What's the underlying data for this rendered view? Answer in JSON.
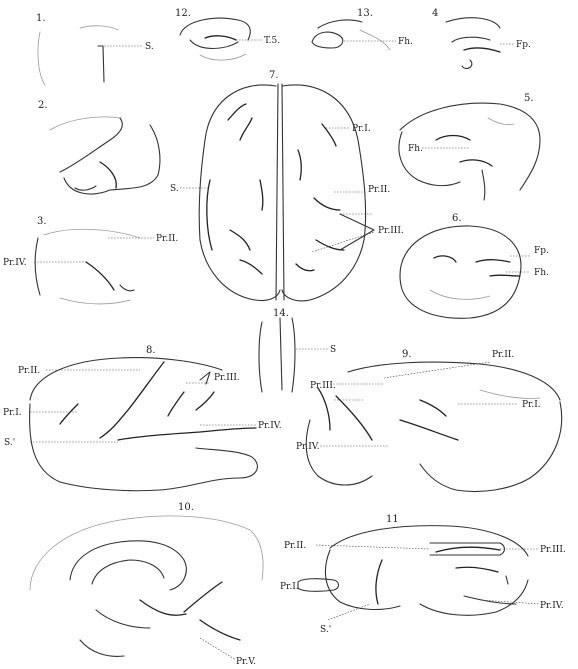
{
  "figure_numbers": [
    "1.",
    "2.",
    "3.",
    "4",
    "5.",
    "6.",
    "7.",
    "8.",
    "9.",
    "10.",
    "11",
    "12.",
    "13.",
    "14."
  ],
  "labels": {
    "f1_s": "S.",
    "f12_ts": "T.5.",
    "f13_fh": "Fh.",
    "f4_fp": "Fp.",
    "f7_pr1": "Pr.I.",
    "f7_s": "S.",
    "f7_pr2": "Pr.II.",
    "f7_pr3": "Pr.III.",
    "f5_fh": "Fh.",
    "f3_pr2": "Pr.II.",
    "f3_pr4": "Pr.IV.",
    "f6_fp": "Fp.",
    "f6_fh": "Fh.",
    "f14_s": "S",
    "f8_pr2": "Pr.II.",
    "f8_pr3": "Pr.III.",
    "f8_pr1": "Pr.I.",
    "f8_s": "S.'",
    "f8_pr4": "Pr.IV.",
    "f9_pr2": "Pr.II.",
    "f9_pr3": "Pr.III.",
    "f9_pr4": "Pr.IV.",
    "f9_pr1": "Pr.I.",
    "f10_pr5": "Pr.V.",
    "f11_pr2": "Pr.II.",
    "f11_pr3": "Pr.III.",
    "f11_pr1": "Pr.I.",
    "f11_pr4": "Pr.IV.",
    "f11_s": "S.'"
  }
}
